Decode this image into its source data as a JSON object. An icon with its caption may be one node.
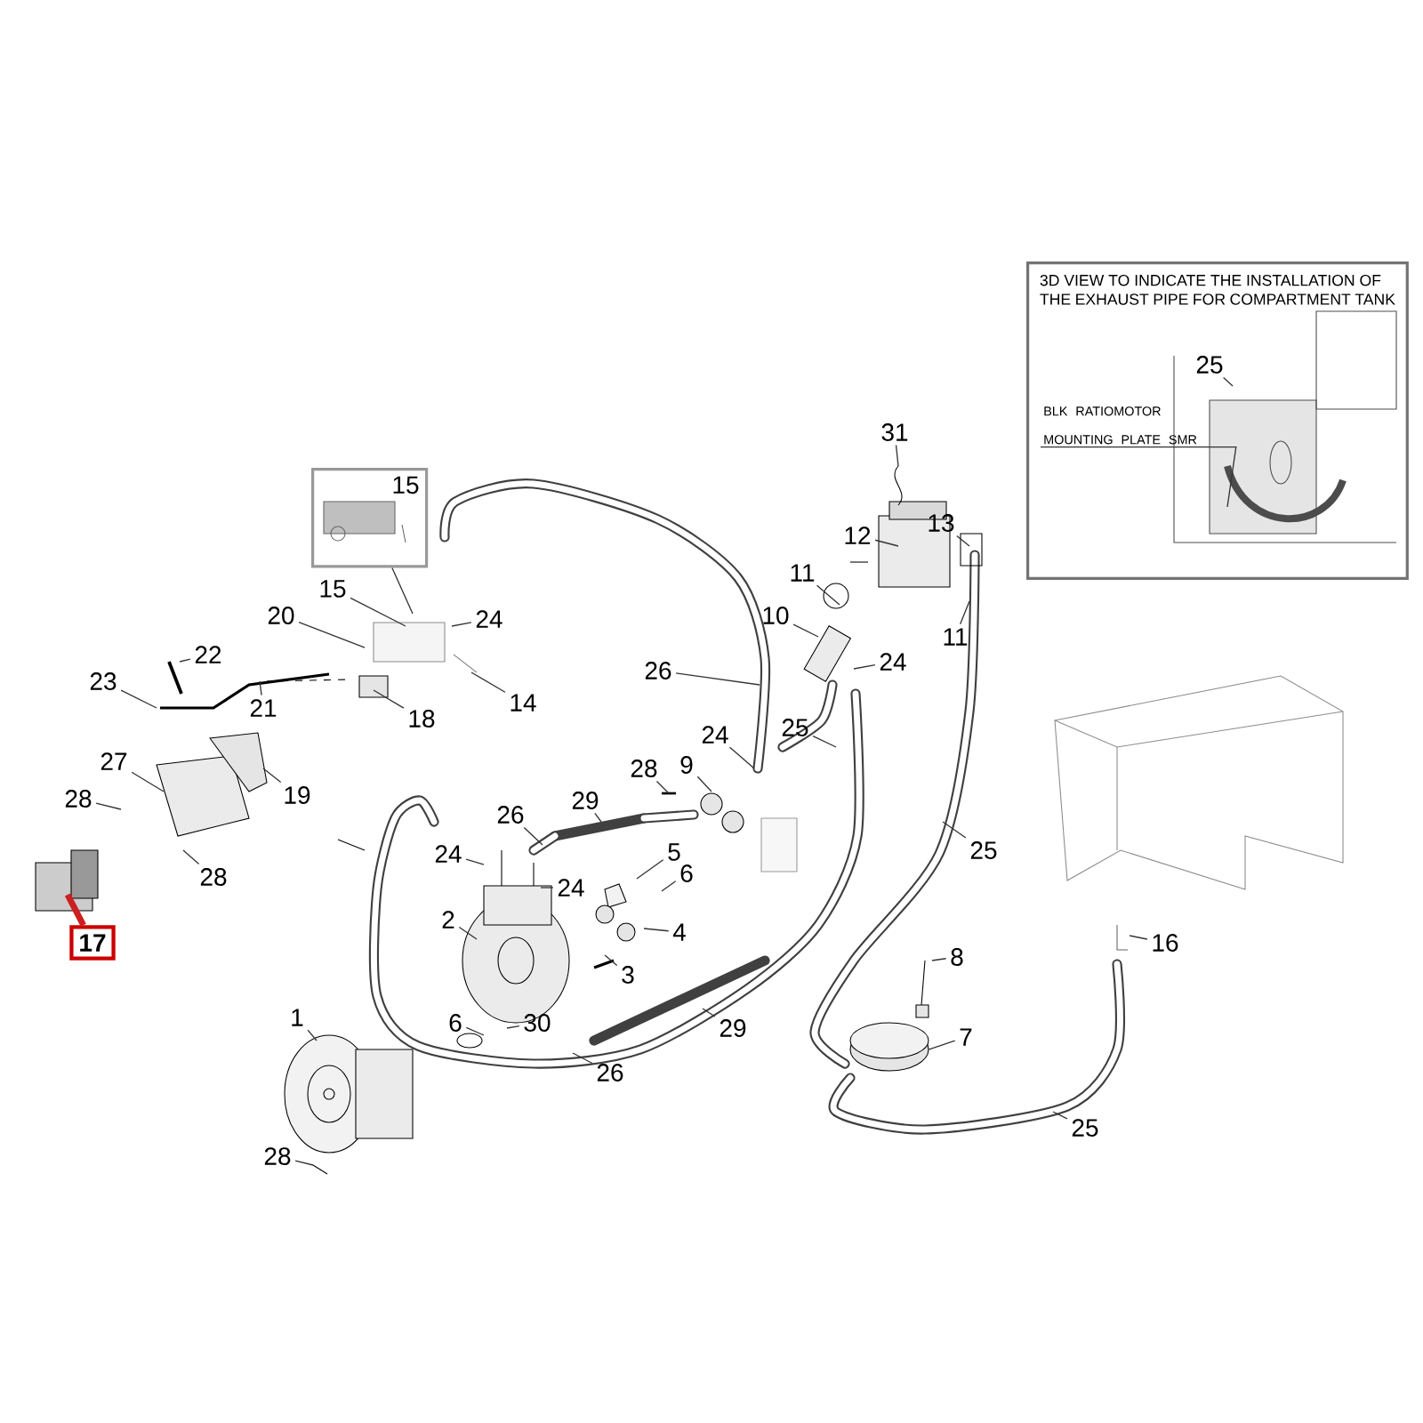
{
  "diagram": {
    "nodes": [
      {
        "text": [
          "3D VIEW TO INDICATE THE INSTALLATION OF THE EXHAUST PIPE FOR COMPARTMENT TANK"
        ]
      },
      {
        "text": [
          "25"
        ],
        "in": 0
      },
      {
        "text": [
          "BLK RATIOMOTOR MOUNTING PLATE SMR"
        ],
        "in": 0
      },
      {
        "text": [
          "15"
        ]
      },
      {
        "text": [
          "31"
        ]
      },
      {
        "text": [
          "12"
        ]
      },
      {
        "text": [
          "13"
        ]
      },
      {
        "text": [
          "15"
        ]
      },
      {
        "text": [
          "24"
        ]
      },
      {
        "text": [
          "11"
        ]
      },
      {
        "text": [
          "20"
        ]
      },
      {
        "text": [
          "10"
        ]
      },
      {
        "text": [
          "11"
        ]
      },
      {
        "text": [
          "24"
        ]
      },
      {
        "text": [
          "26"
        ]
      },
      {
        "text": [
          "22"
        ]
      },
      {
        "text": [
          "23"
        ]
      },
      {
        "text": [
          "21"
        ]
      },
      {
        "text": [
          "18"
        ]
      },
      {
        "text": [
          "14"
        ]
      },
      {
        "text": [
          "24"
        ]
      },
      {
        "text": [
          "25"
        ]
      },
      {
        "text": [
          "27"
        ]
      },
      {
        "text": [
          "28"
        ]
      },
      {
        "text": [
          "9"
        ]
      },
      {
        "text": [
          "19"
        ]
      },
      {
        "text": [
          "28"
        ]
      },
      {
        "text": [
          "29"
        ]
      },
      {
        "text": [
          "26"
        ]
      },
      {
        "text": [
          "24"
        ]
      },
      {
        "text": [
          "24"
        ]
      },
      {
        "text": [
          "5"
        ]
      },
      {
        "text": [
          "6"
        ]
      },
      {
        "text": [
          "25"
        ]
      },
      {
        "text": [
          "28"
        ]
      },
      {
        "text": [
          "17"
        ]
      },
      {
        "text": [
          "2"
        ]
      },
      {
        "text": [
          "4"
        ]
      },
      {
        "text": [
          "8"
        ]
      },
      {
        "text": [
          "16"
        ]
      },
      {
        "text": [
          "3"
        ]
      },
      {
        "text": [
          "1"
        ]
      },
      {
        "text": [
          "6"
        ]
      },
      {
        "text": [
          "30"
        ]
      },
      {
        "text": [
          "7"
        ]
      },
      {
        "text": [
          "29"
        ]
      },
      {
        "text": [
          "26"
        ]
      },
      {
        "text": [
          "28"
        ]
      },
      {
        "text": [
          "25"
        ]
      }
    ],
    "edges": [
      {
        "from": 1,
        "to": null,
        "arrow": "none"
      },
      {
        "from": 2,
        "to": null,
        "arrow": "none"
      },
      {
        "from": 3,
        "to": null,
        "arrow": "none"
      },
      {
        "from": 4,
        "to": null,
        "arrow": "none"
      },
      {
        "from": 5,
        "to": null,
        "arrow": "none"
      },
      {
        "from": 6,
        "to": null,
        "arrow": "none"
      },
      {
        "from": 7,
        "to": null,
        "arrow": "none"
      },
      {
        "from": 8,
        "to": null,
        "arrow": "none"
      },
      {
        "from": 9,
        "to": null,
        "arrow": "none"
      },
      {
        "from": 10,
        "to": null,
        "arrow": "none"
      },
      {
        "from": 11,
        "to": null,
        "arrow": "none"
      },
      {
        "from": 12,
        "to": null,
        "arrow": "none"
      },
      {
        "from": 13,
        "to": null,
        "arrow": "none"
      },
      {
        "from": 14,
        "to": null,
        "arrow": "none"
      },
      {
        "from": 15,
        "to": null,
        "arrow": "none"
      },
      {
        "from": 16,
        "to": null,
        "arrow": "none"
      },
      {
        "from": 17,
        "to": null,
        "arrow": "none"
      },
      {
        "from": 18,
        "to": null,
        "arrow": "none"
      },
      {
        "from": 19,
        "to": null,
        "arrow": "none"
      },
      {
        "from": 20,
        "to": null,
        "arrow": "none"
      },
      {
        "from": 21,
        "to": null,
        "arrow": "none"
      },
      {
        "from": 22,
        "to": null,
        "arrow": "none"
      },
      {
        "from": 23,
        "to": null,
        "arrow": "none"
      },
      {
        "from": 24,
        "to": null,
        "arrow": "none"
      },
      {
        "from": 25,
        "to": null,
        "arrow": "none"
      },
      {
        "from": 26,
        "to": null,
        "arrow": "none"
      },
      {
        "from": 27,
        "to": null,
        "arrow": "none"
      },
      {
        "from": 28,
        "to": null,
        "arrow": "none"
      },
      {
        "from": 29,
        "to": null,
        "arrow": "none"
      },
      {
        "from": 30,
        "to": null,
        "arrow": "none"
      },
      {
        "from": 31,
        "to": null,
        "arrow": "none"
      },
      {
        "from": 32,
        "to": null,
        "arrow": "none"
      },
      {
        "from": 33,
        "to": null,
        "arrow": "none"
      },
      {
        "from": 34,
        "to": null,
        "arrow": "none"
      },
      {
        "from": 35,
        "to": null,
        "arrow": "none",
        "color": "#cc1f1f",
        "style": "thick"
      },
      {
        "from": 36,
        "to": null,
        "arrow": "none"
      },
      {
        "from": 37,
        "to": null,
        "arrow": "none"
      },
      {
        "from": 38,
        "to": null,
        "arrow": "none"
      },
      {
        "from": 39,
        "to": null,
        "arrow": "none"
      },
      {
        "from": 40,
        "to": null,
        "arrow": "none"
      },
      {
        "from": 41,
        "to": null,
        "arrow": "none"
      },
      {
        "from": 42,
        "to": null,
        "arrow": "none"
      },
      {
        "from": 43,
        "to": null,
        "arrow": "none"
      },
      {
        "from": 44,
        "to": null,
        "arrow": "none"
      },
      {
        "from": 45,
        "to": null,
        "arrow": "none"
      },
      {
        "from": 46,
        "to": null,
        "arrow": "none"
      },
      {
        "from": 47,
        "to": null,
        "arrow": "none"
      },
      {
        "from": 48,
        "to": null,
        "arrow": "none"
      }
    ]
  }
}
